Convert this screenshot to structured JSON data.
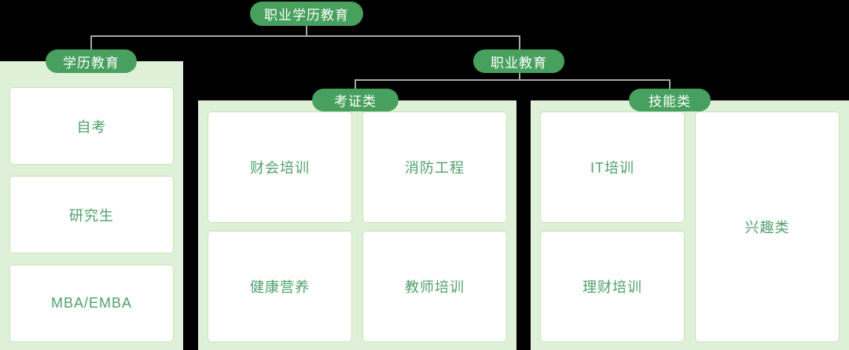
{
  "diagram": {
    "title": "职业学历教育",
    "theme": {
      "pill_bg": "#47a05e",
      "pill_text": "#ffffff",
      "panel_bg": "#dff0d8",
      "card_bg": "#ffffff",
      "card_border": "#c9e3b6",
      "card_text": "#4fa06a",
      "connector": "#a8a8a8",
      "page_bg": "#000000"
    },
    "root": {
      "label": "职业学历教育"
    },
    "branches": [
      {
        "label": "学历教育",
        "items": [
          {
            "label": "自考"
          },
          {
            "label": "研究生"
          },
          {
            "label": "MBA/EMBA"
          }
        ]
      },
      {
        "label": "职业教育",
        "groups": [
          {
            "label": "考证类",
            "items": [
              {
                "label": "财会培训"
              },
              {
                "label": "消防工程"
              },
              {
                "label": "健康营养"
              },
              {
                "label": "教师培训"
              }
            ]
          },
          {
            "label": "技能类",
            "items": [
              {
                "label": "IT培训"
              },
              {
                "label": "理财培训"
              },
              {
                "label": "兴趣类"
              }
            ]
          }
        ]
      }
    ]
  }
}
